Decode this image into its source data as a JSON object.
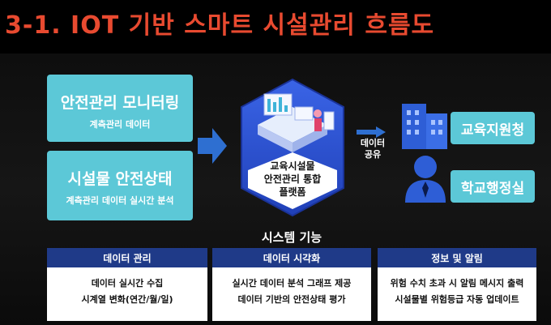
{
  "title": "3-1. IOT 기반 스마트 시설관리 흐름도",
  "left_boxes": [
    {
      "main": "안전관리 모니터링",
      "sub": "계측관리 데이터"
    },
    {
      "main": "시설물 안전상태",
      "sub": "계측관리 데이터 실시간 분석"
    }
  ],
  "platform": {
    "lines": [
      "교육시설물",
      "안전관리 통합",
      "플랫폼"
    ]
  },
  "share": {
    "line1": "데이터",
    "line2": "공유"
  },
  "right_boxes": [
    {
      "label": "교육지원청",
      "icon": "building-icon"
    },
    {
      "label": "학교행정실",
      "icon": "person-icon"
    }
  ],
  "system_function_label": "시스템 기능",
  "functions": [
    {
      "title": "데이터 관리",
      "items": [
        "데이터 실시간 수집",
        "시계열 변화(연간/월/일)"
      ]
    },
    {
      "title": "데이터 시각화",
      "items": [
        "실시간 데이터 분석 그래프 제공",
        "데이터 기반의 안전상태 평가"
      ]
    },
    {
      "title": "정보 및 알림",
      "items": [
        "위험 수치 초과 시 알림 메시지 출력",
        "시설물별 위험등급 자동 업데이트"
      ]
    }
  ],
  "colors": {
    "title": "#e84a30",
    "box": "#5cc8d7",
    "arrow": "#2e6fd1",
    "header": "#1f3a88",
    "platform": "#2a4fd0"
  }
}
